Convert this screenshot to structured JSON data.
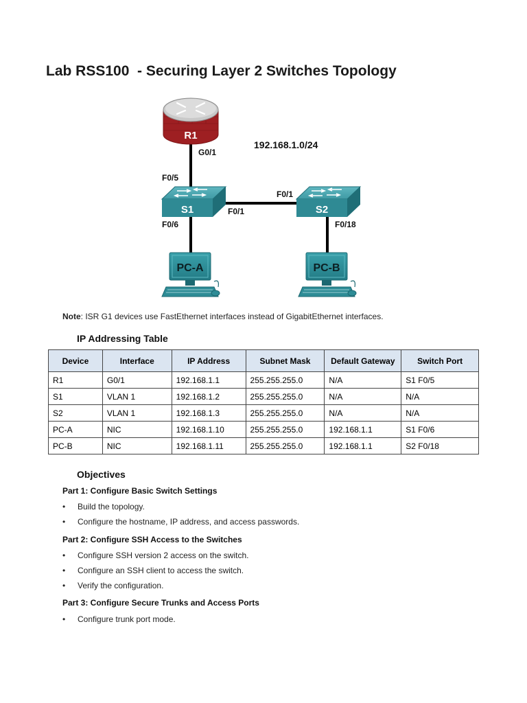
{
  "title": "Lab RSS100  - Securing Layer 2 Switches Topology",
  "topology": {
    "network_label": "192.168.1.0/24",
    "devices": {
      "r1": "R1",
      "s1": "S1",
      "s2": "S2",
      "pca": "PC-A",
      "pcb": "PC-B"
    },
    "ports": {
      "r1_g01": "G0/1",
      "s1_f05": "F0/5",
      "s1_f01": "F0/1",
      "s1_f06": "F0/6",
      "s2_f01": "F0/1",
      "s2_f018": "F0/18"
    },
    "colors": {
      "router_red": "#b5282a",
      "switch_teal": "#2f8a94",
      "pc_teal": "#2e8c96"
    }
  },
  "note": {
    "label": "Note",
    "text": ": ISR G1 devices use FastEthernet interfaces instead of GigabitEthernet interfaces."
  },
  "ip_table": {
    "heading": "IP Addressing Table",
    "header_color": "#dbe5f1",
    "columns": [
      "Device",
      "Interface",
      "IP Address",
      "Subnet Mask",
      "Default Gateway",
      "Switch Port"
    ],
    "rows": [
      [
        "R1",
        "G0/1",
        "192.168.1.1",
        "255.255.255.0",
        "N/A",
        "S1 F0/5"
      ],
      [
        "S1",
        "VLAN 1",
        "192.168.1.2",
        "255.255.255.0",
        "N/A",
        "N/A"
      ],
      [
        "S2",
        "VLAN 1",
        "192.168.1.3",
        "255.255.255.0",
        "N/A",
        "N/A"
      ],
      [
        "PC-A",
        "NIC",
        "192.168.1.10",
        "255.255.255.0",
        "192.168.1.1",
        "S1 F0/6"
      ],
      [
        "PC-B",
        "NIC",
        "192.168.1.11",
        "255.255.255.0",
        "192.168.1.1",
        "S2 F0/18"
      ]
    ]
  },
  "objectives": {
    "heading": "Objectives",
    "part1": {
      "title": "Part 1: Configure Basic Switch Settings",
      "items": [
        "Build the topology.",
        "Configure the hostname, IP address, and access passwords."
      ]
    },
    "part2": {
      "title": "Part 2: Configure SSH Access to the Switches",
      "items": [
        "Configure SSH version 2 access on the switch.",
        "Configure an SSH client to access the switch.",
        "Verify the configuration."
      ]
    },
    "part3": {
      "title": "Part 3: Configure Secure Trunks and Access Ports",
      "items": [
        "Configure trunk port mode."
      ]
    },
    "bullet_symbol": "•"
  }
}
